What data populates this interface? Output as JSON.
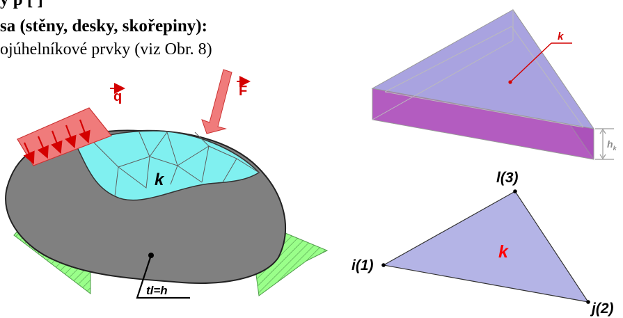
{
  "text": {
    "line1": "y p                               [ ]",
    "line2": "sa (stěny, desky, skořepiny):",
    "line3": "ojúhelníkové prvky (viz Obr. 8)"
  },
  "left_figure": {
    "load_q": "q",
    "load_F": "F",
    "element_label": "k",
    "thickness_label": "tl=h",
    "colors": {
      "body": "#808080",
      "mesh": "#80f0f0",
      "load": "#f07b7b",
      "support": "#9aff8a"
    }
  },
  "prism": {
    "element_label": "k",
    "thickness_label": "h",
    "thickness_subscript": "k",
    "colors": {
      "top": "#a9a3e0",
      "side": "#b35cc0"
    }
  },
  "triangle": {
    "element_label": "k",
    "node_i": "i(1)",
    "node_j": "j(2)",
    "node_l": "l(3)",
    "colors": {
      "fill": "#b4b4e6",
      "label": "#ff0000"
    }
  }
}
